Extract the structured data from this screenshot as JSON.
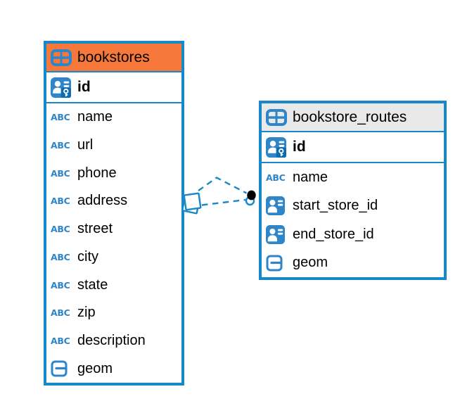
{
  "diagram": {
    "kind": "entity-relationship",
    "colors": {
      "accent_blue": "#1788c9",
      "selected_header_orange": "#f6793b",
      "header_gray": "#e9e9e9",
      "pk_key_badge_blue": "#0d6bb0",
      "relationship_dot_black": "#000000",
      "text_black": "#000000"
    }
  },
  "icons": {
    "text_type_glyph": "ABC"
  },
  "tables": [
    {
      "title": "bookstores",
      "selected": true,
      "pk": {
        "label": "id"
      },
      "fields": [
        {
          "label": "name",
          "type": "text"
        },
        {
          "label": "url",
          "type": "text"
        },
        {
          "label": "phone",
          "type": "text"
        },
        {
          "label": "address",
          "type": "text"
        },
        {
          "label": "street",
          "type": "text"
        },
        {
          "label": "city",
          "type": "text"
        },
        {
          "label": "state",
          "type": "text"
        },
        {
          "label": "zip",
          "type": "text"
        },
        {
          "label": "description",
          "type": "text"
        },
        {
          "label": "geom",
          "type": "geometry"
        }
      ]
    },
    {
      "title": "bookstore_routes",
      "selected": false,
      "pk": {
        "label": "id"
      },
      "fields": [
        {
          "label": "name",
          "type": "text"
        },
        {
          "label": "start_store_id",
          "type": "foreign-key"
        },
        {
          "label": "end_store_id",
          "type": "foreign-key"
        },
        {
          "label": "geom",
          "type": "geometry"
        }
      ]
    }
  ]
}
